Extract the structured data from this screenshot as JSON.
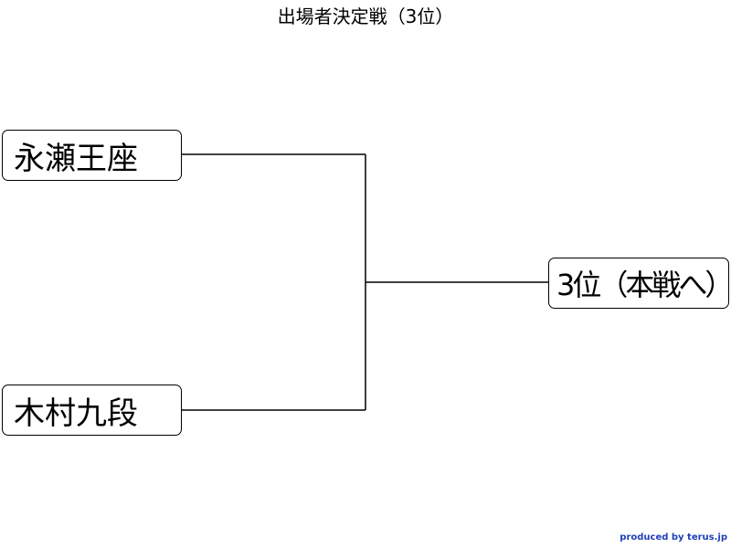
{
  "title": "出場者決定戦（3位）",
  "bracket": {
    "players": [
      {
        "name": "永瀬王座"
      },
      {
        "name": "木村九段"
      }
    ],
    "result": "3位（本戦へ）"
  },
  "credit": "produced by terus.jp",
  "colors": {
    "line": "#000000",
    "credit": "#1f3fb8",
    "background": "#ffffff"
  }
}
